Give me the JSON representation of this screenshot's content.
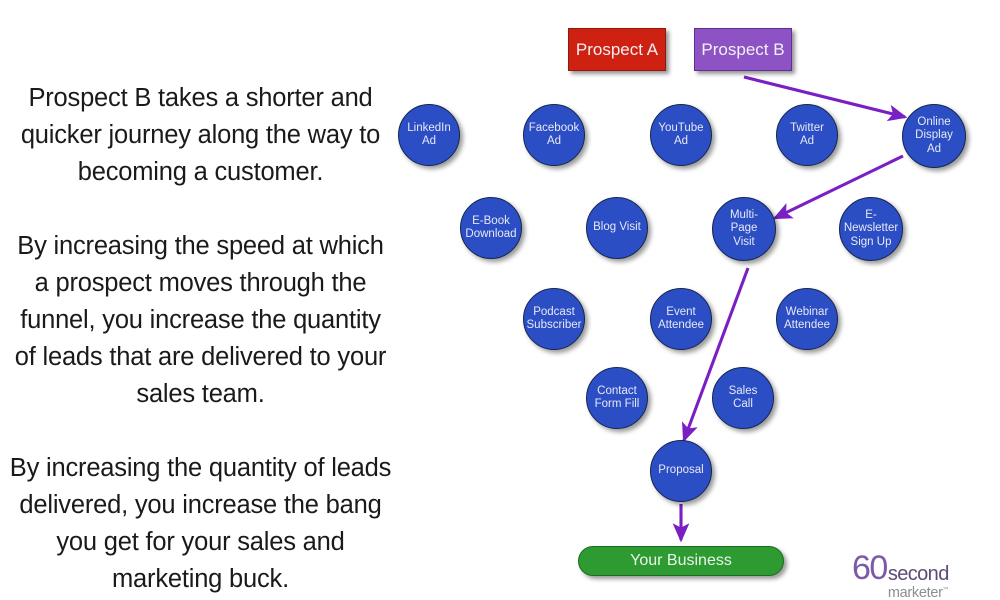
{
  "narrative": {
    "paragraph_1": "Prospect B takes a shorter and quicker journey along the way to becoming a customer.",
    "paragraph_2": "By increasing the speed at which a prospect moves through the funnel, you increase the quantity of leads that are delivered to your sales team.",
    "paragraph_3": "By increasing the quantity of leads delivered, you increase the bang you get for your sales and marketing buck."
  },
  "prospects": [
    {
      "id": "prospect-a",
      "label": "Prospect A",
      "color": "#cf2112"
    },
    {
      "id": "prospect-b",
      "label": "Prospect B",
      "color": "#8d53c4"
    }
  ],
  "nodes": [
    {
      "id": "linkedin-ad",
      "label": "LinkedIn\nAd"
    },
    {
      "id": "facebook-ad",
      "label": "Facebook\nAd"
    },
    {
      "id": "youtube-ad",
      "label": "YouTube\nAd"
    },
    {
      "id": "twitter-ad",
      "label": "Twitter\nAd"
    },
    {
      "id": "online-display-ad",
      "label": "Online\nDisplay\nAd"
    },
    {
      "id": "ebook-download",
      "label": "E-Book\nDownload"
    },
    {
      "id": "blog-visit",
      "label": "Blog Visit"
    },
    {
      "id": "multi-page-visit",
      "label": "Multi-\nPage\nVisit"
    },
    {
      "id": "enewsletter-signup",
      "label": "E-\nNewsletter\nSign Up"
    },
    {
      "id": "podcast-subscriber",
      "label": "Podcast\nSubscriber"
    },
    {
      "id": "event-attendee",
      "label": "Event\nAttendee"
    },
    {
      "id": "webinar-attendee",
      "label": "Webinar\nAttendee"
    },
    {
      "id": "contact-form-fill",
      "label": "Contact\nForm Fill"
    },
    {
      "id": "sales-call",
      "label": "Sales\nCall"
    },
    {
      "id": "proposal",
      "label": "Proposal"
    }
  ],
  "destination": {
    "label": "Your Business",
    "color": "#2e9b32"
  },
  "flow": {
    "arrow_color": "#7a1fc4",
    "edges": [
      {
        "from": "prospect-b",
        "to": "online-display-ad"
      },
      {
        "from": "online-display-ad",
        "to": "multi-page-visit"
      },
      {
        "from": "multi-page-visit",
        "to": "proposal"
      },
      {
        "from": "proposal",
        "to": "your-business"
      }
    ]
  },
  "logo": {
    "number": "60",
    "word_top": "second",
    "word_bottom": "marketer",
    "trademark": "™"
  },
  "colors": {
    "node_blue": "#2b4ec4",
    "prospect_a_red": "#cf2112",
    "prospect_b_purple": "#8d53c4",
    "business_green": "#2e9b32",
    "arrow_purple": "#7a1fc4",
    "text_black": "#1a1a1a",
    "background": "#ffffff"
  }
}
